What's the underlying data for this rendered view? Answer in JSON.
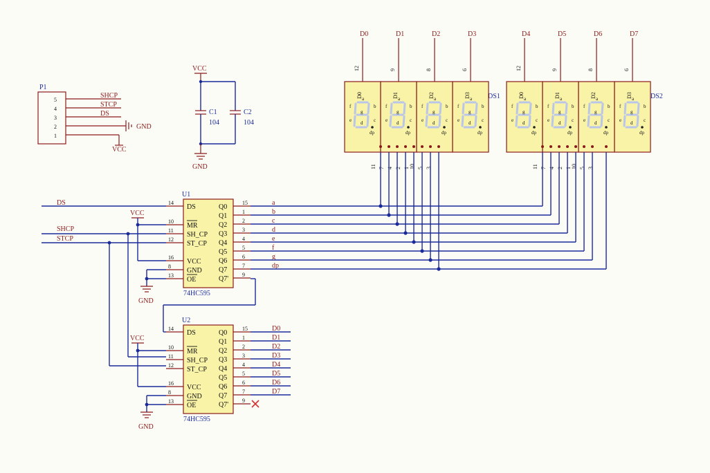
{
  "connector": {
    "ref": "P1",
    "pins": [
      "5",
      "4",
      "3",
      "2",
      "1"
    ],
    "nets": [
      "SHCP",
      "STCP",
      "DS",
      "GND",
      "VCC"
    ]
  },
  "caps": {
    "vcc": "VCC",
    "gnd": "GND",
    "c1": {
      "ref": "C1",
      "value": "104"
    },
    "c2": {
      "ref": "C2",
      "value": "104"
    }
  },
  "u1": {
    "ref": "U1",
    "part": "74HC595",
    "left_pins": [
      {
        "num": "14",
        "name": "DS"
      },
      {
        "num": "10",
        "name": "MR"
      },
      {
        "num": "11",
        "name": "SH_CP"
      },
      {
        "num": "12",
        "name": "ST_CP"
      },
      {
        "num": "16",
        "name": "VCC"
      },
      {
        "num": "8",
        "name": "GND"
      },
      {
        "num": "13",
        "name": "OE"
      }
    ],
    "right_pins": [
      {
        "num": "15",
        "name": "Q0",
        "net": "a"
      },
      {
        "num": "1",
        "name": "Q1",
        "net": "b"
      },
      {
        "num": "2",
        "name": "Q2",
        "net": "c"
      },
      {
        "num": "3",
        "name": "Q3",
        "net": "d"
      },
      {
        "num": "4",
        "name": "Q4",
        "net": "e"
      },
      {
        "num": "5",
        "name": "Q5",
        "net": "f"
      },
      {
        "num": "6",
        "name": "Q6",
        "net": "g"
      },
      {
        "num": "7",
        "name": "Q7",
        "net": "dp"
      },
      {
        "num": "9",
        "name": "Q7'",
        "net": ""
      }
    ],
    "net_ds": "DS",
    "net_shcp": "SHCP",
    "net_stcp": "STCP",
    "vcc": "VCC",
    "gnd": "GND"
  },
  "u2": {
    "ref": "U2",
    "part": "74HC595",
    "left_pins": [
      {
        "num": "14",
        "name": "DS"
      },
      {
        "num": "10",
        "name": "MR"
      },
      {
        "num": "11",
        "name": "SH_CP"
      },
      {
        "num": "12",
        "name": "ST_CP"
      },
      {
        "num": "16",
        "name": "VCC"
      },
      {
        "num": "8",
        "name": "GND"
      },
      {
        "num": "13",
        "name": "OE"
      }
    ],
    "right_pins": [
      {
        "num": "15",
        "name": "Q0",
        "net": "D0"
      },
      {
        "num": "1",
        "name": "Q1",
        "net": "D1"
      },
      {
        "num": "2",
        "name": "Q2",
        "net": "D2"
      },
      {
        "num": "3",
        "name": "Q3",
        "net": "D3"
      },
      {
        "num": "4",
        "name": "Q4",
        "net": "D4"
      },
      {
        "num": "5",
        "name": "Q5",
        "net": "D5"
      },
      {
        "num": "6",
        "name": "Q6",
        "net": "D6"
      },
      {
        "num": "7",
        "name": "Q7",
        "net": "D7"
      },
      {
        "num": "9",
        "name": "Q7'",
        "net": ""
      }
    ],
    "vcc": "VCC",
    "gnd": "GND"
  },
  "ds1": {
    "ref": "DS1",
    "digits": [
      "D0",
      "D1",
      "D2",
      "D3"
    ],
    "common_nets": [
      "D0",
      "D1",
      "D2",
      "D3"
    ],
    "common_pins": [
      "12",
      "9",
      "8",
      "6"
    ],
    "bottom_pins": [
      "11",
      "7",
      "4",
      "2",
      "1",
      "10",
      "5",
      "3"
    ],
    "seg_letters": [
      "a",
      "b",
      "c",
      "d",
      "e",
      "f",
      "g",
      "dp"
    ]
  },
  "ds2": {
    "ref": "DS2",
    "digits": [
      "D0",
      "D1",
      "D2",
      "D3"
    ],
    "common_nets": [
      "D4",
      "D5",
      "D6",
      "D7"
    ],
    "common_pins": [
      "12",
      "9",
      "8",
      "6"
    ],
    "bottom_pins": [
      "11",
      "7",
      "4",
      "2",
      "1",
      "10",
      "5",
      "3"
    ]
  }
}
